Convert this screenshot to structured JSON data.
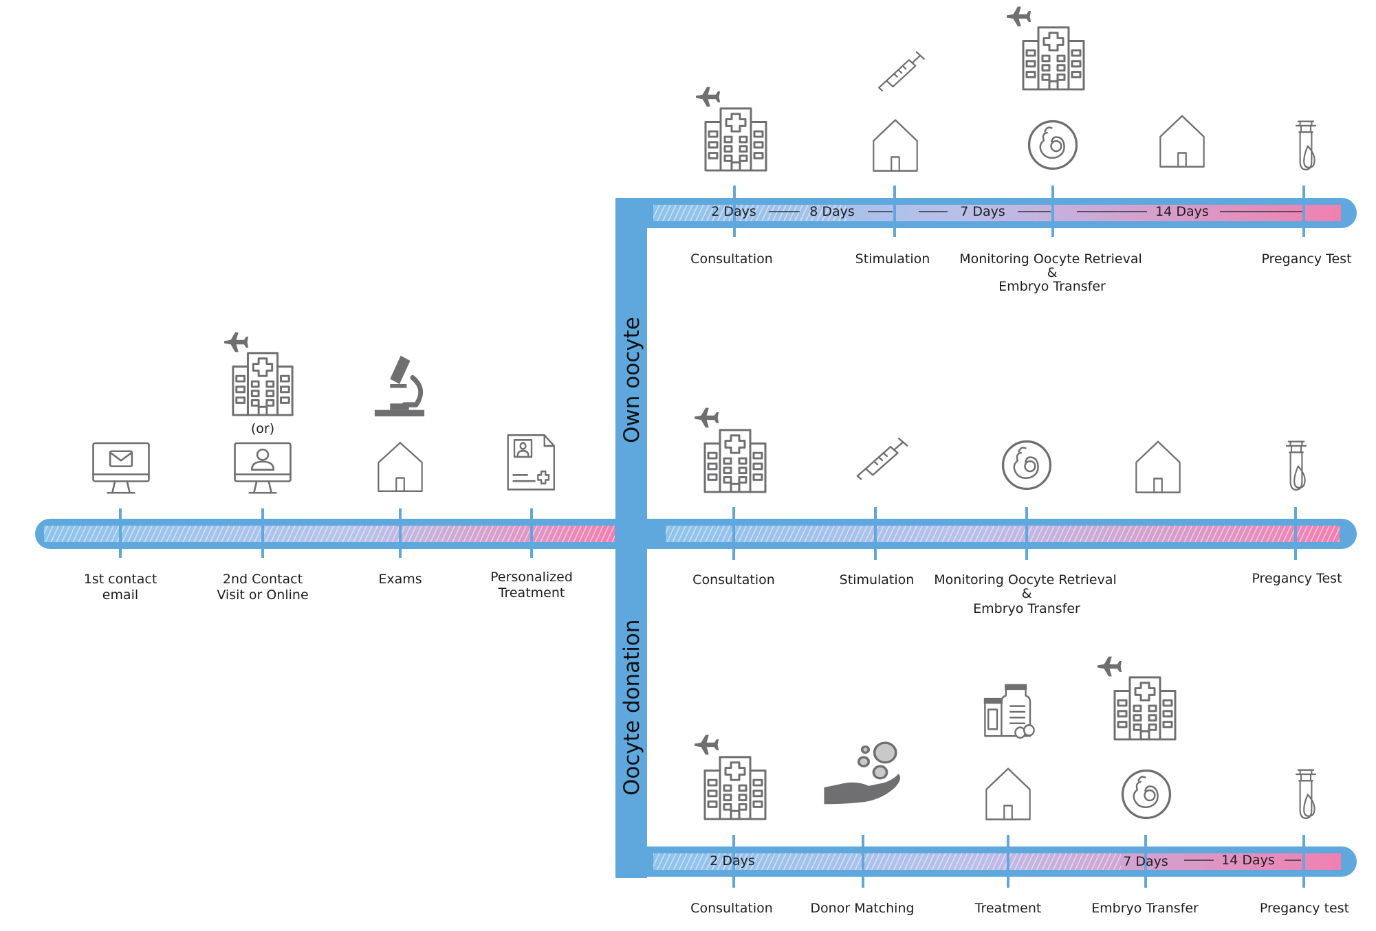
{
  "colors": {
    "track": "#5fa8de",
    "gradient_end": "#f080b0",
    "icon": "#6f6f71",
    "text": "#1e1e1e"
  },
  "branches": {
    "own_oocyte": "Own oocyte",
    "oocyte_donation": "Oocyte donation"
  },
  "initial": {
    "steps": [
      {
        "label": [
          "1st contact",
          "email"
        ],
        "icon": "monitor-email-icon"
      },
      {
        "label": [
          "2nd Contact",
          "Visit or Online"
        ],
        "icon": "monitor-person-icon",
        "top_icon": "hospital-plane-icon",
        "or_label": "(or)"
      },
      {
        "label": [
          "Exams"
        ],
        "icon": "house-icon",
        "top_icon": "microscope-icon"
      },
      {
        "label": [
          "Personalized",
          "Treatment"
        ],
        "icon": "medical-folder-icon"
      }
    ]
  },
  "own_oocyte_top": {
    "steps": [
      {
        "label": [
          "Consultation"
        ],
        "icon": "hospital-plane-icon"
      },
      {
        "label": [
          "Stimulation"
        ],
        "icon": "house-icon",
        "top_icon": "syringe-icon"
      },
      {
        "label": [
          "Monitoring Oocyte Retrieval",
          "&",
          "Embryo Transfer"
        ],
        "icon": "embryo-icon",
        "top_icon": "hospital-plane-icon"
      },
      {
        "label": [
          ""
        ],
        "icon": "house-icon"
      },
      {
        "label": [
          "Pregancy Test"
        ],
        "icon": "test-tube-icon"
      }
    ],
    "durations": [
      "2 Days",
      "8 Days",
      "7 Days",
      "14 Days"
    ]
  },
  "own_oocyte_middle": {
    "steps": [
      {
        "label": [
          "Consultation"
        ],
        "icon": "hospital-plane-icon"
      },
      {
        "label": [
          "Stimulation"
        ],
        "icon": "syringe-icon"
      },
      {
        "label": [
          "Monitoring Oocyte Retrieval",
          "&",
          "Embryo Transfer"
        ],
        "icon": "embryo-icon"
      },
      {
        "label": [
          ""
        ],
        "icon": "house-icon"
      },
      {
        "label": [
          "Pregancy Test"
        ],
        "icon": "test-tube-icon"
      }
    ]
  },
  "oocyte_donation": {
    "steps": [
      {
        "label": [
          "Consultation"
        ],
        "icon": "hospital-plane-icon"
      },
      {
        "label": [
          "Donor Matching"
        ],
        "icon": "hand-bubbles-icon"
      },
      {
        "label": [
          "Treatment"
        ],
        "icon": "house-icon",
        "top_icon": "medication-icon"
      },
      {
        "label": [
          "Embryo Transfer"
        ],
        "icon": "embryo-icon",
        "top_icon": "hospital-plane-icon"
      },
      {
        "label": [
          "Pregancy test"
        ],
        "icon": "test-tube-icon"
      }
    ],
    "durations": [
      "2 Days",
      "7 Days",
      "14 Days"
    ]
  }
}
